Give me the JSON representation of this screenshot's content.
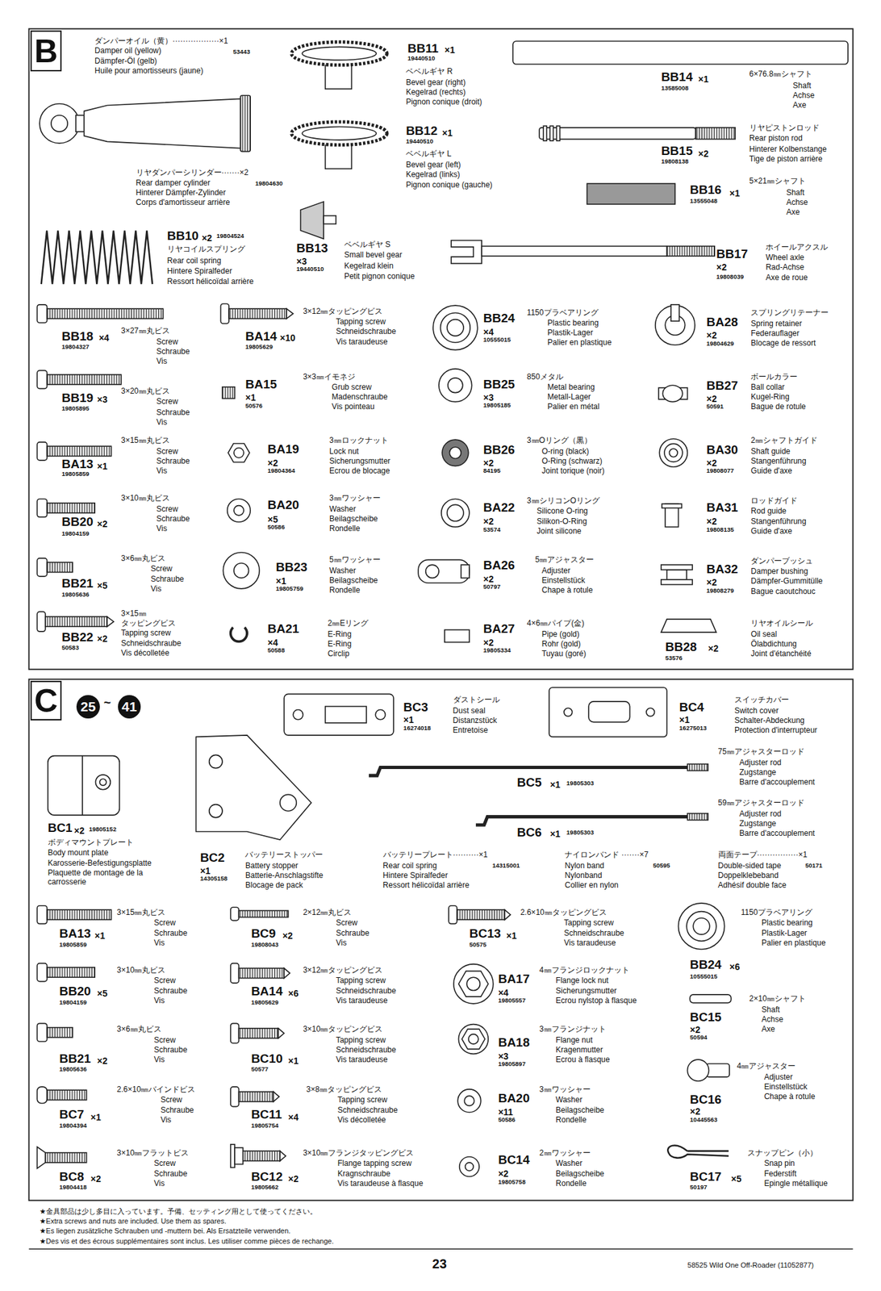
{
  "diagram": {
    "nodes": [
      {
        "text": [
          "B"
        ]
      },
      {
        "text": [
          "C"
        ]
      },
      {
        "text": [
          "25"
        ]
      },
      {
        "text": [
          "41"
        ]
      }
    ],
    "labels": [
      "ダンパーオイル（黄）··················×1",
      "Damper oil (yellow)",
      "53443",
      "Dämpfer-Öl (gelb)",
      "Huile pour amortisseurs (jaune)",
      "リヤダンパーシリンダー·······×2",
      "Rear damper cylinder",
      "19804630",
      "Hinterer Dämpfer-Zylinder",
      "Corps d'amortisseur arrière",
      "BB11",
      "×1",
      "19440510",
      "ベベルギヤ R",
      "Bevel gear (right)",
      "Kegelrad (rechts)",
      "Pignon conique (droit)",
      "BB12",
      "×1",
      "19440510",
      "ベベルギヤ L",
      "Bevel gear (left)",
      "Kegelrad (links)",
      "Pignon conique (gauche)",
      "BB14",
      "×1",
      "13585008",
      "6×76.8㎜シャフト",
      "Shaft",
      "Achse",
      "Axe",
      "リヤピストンロッド",
      "Rear piston rod",
      "Hinterer Kolbenstange",
      "Tige de piston arrière",
      "BB15",
      "×2",
      "19808138",
      "5×21㎜シャフト",
      "BB16",
      "×1",
      "Shaft",
      "13555048",
      "Achse",
      "Axe",
      "BB10",
      "×2",
      "19804524",
      "リヤコイルスプリング",
      "Rear coil spring",
      "Hintere Spiralfeder",
      "Ressort hélicoïdal arrière",
      "BB13",
      "×3",
      "19440510",
      "ベベルギヤ S",
      "Small bevel gear",
      "Kegelrad klein",
      "Petit pignon conique",
      "BB17",
      "×2",
      "19808039",
      "ホイールアクスル",
      "Wheel axle",
      "Rad-Achse",
      "Axe de roue",
      "BB18",
      "×4",
      "19804327",
      "3×27㎜丸ビス",
      "Screw",
      "Schraube",
      "Vis",
      "3×12㎜タッピングビス",
      "Tapping screw",
      "Schneidschraube",
      "Vis taraudeuse",
      "BA14",
      "×10",
      "19805629",
      "BB24",
      "×4",
      "10555015",
      "1150プラベアリング",
      "Plastic bearing",
      "Plastik-Lager",
      "Palier en plastique",
      "BA28",
      "×2",
      "19804629",
      "スプリングリテーナー",
      "Spring retainer",
      "Federauflager",
      "Blocage de ressort",
      "BB19",
      "×3",
      "19805895",
      "3×20㎜丸ビス",
      "Screw",
      "Schraube",
      "Vis",
      "BA15",
      "×1",
      "50576",
      "3×3㎜イモネジ",
      "Grub screw",
      "Madenschraube",
      "Vis pointeau",
      "BB25",
      "×3",
      "19805185",
      "850メタル",
      "Metal bearing",
      "Metall-Lager",
      "Palier en métal",
      "BB27",
      "×2",
      "50591",
      "ボールカラー",
      "Ball collar",
      "Kugel-Ring",
      "Bague de rotule",
      "3×15㎜丸ビス",
      "Screw",
      "Schraube",
      "Vis",
      "BA13",
      "×1",
      "19805859",
      "BA19",
      "×2",
      "19804364",
      "3㎜ロックナット",
      "Lock nut",
      "Sicherungsmutter",
      "Ecrou de blocage",
      "BB26",
      "×2",
      "84195",
      "3㎜Oリング（黒）",
      "O-ring (black)",
      "O-Ring (schwarz)",
      "Joint torique (noir)",
      "BA30",
      "×2",
      "19808077",
      "2㎜シャフトガイド",
      "Shaft guide",
      "Stangenführung",
      "Guide d'axe",
      "3×10㎜丸ビス",
      "Screw",
      "Schraube",
      "Vis",
      "BB20",
      "×2",
      "19804159",
      "BA20",
      "×5",
      "50586",
      "3㎜ワッシャー",
      "Washer",
      "Beilagscheibe",
      "Rondelle",
      "BA22",
      "×2",
      "53574",
      "3㎜シリコンOリング",
      "Silicone O-ring",
      "Silikon-O-Ring",
      "Joint silicone",
      "BA31",
      "×2",
      "19808135",
      "ロッドガイド",
      "Rod guide",
      "Stangenführung",
      "Guide d'axe",
      "3×6㎜丸ビス",
      "Screw",
      "Schraube",
      "Vis",
      "BB21",
      "×5",
      "19805636",
      "BB23",
      "×1",
      "19805759",
      "5㎜ワッシャー",
      "Washer",
      "Beilagscheibe",
      "Rondelle",
      "BA26",
      "×2",
      "50797",
      "5㎜アジャスター",
      "Adjuster",
      "Einstellstück",
      "Chape à rotule",
      "BA32",
      "×2",
      "19808279",
      "ダンパーブッシュ",
      "Damper bushing",
      "Dämpfer-Gummitülle",
      "Bague caoutchouc",
      "3×15㎜",
      "タッピングビス",
      "Tapping screw",
      "Schneidschraube",
      "Vis décolletée",
      "BB22",
      "×2",
      "50583",
      "BA21",
      "×4",
      "50588",
      "2㎜Eリング",
      "E-Ring",
      "E-Ring",
      "Circlip",
      "BA27",
      "×2",
      "19805334",
      "4×6㎜パイプ(金)",
      "Pipe (gold)",
      "Rohr (gold)",
      "Tuyau (goré)",
      "BB28",
      "×2",
      "53576",
      "リヤオイルシール",
      "Oil seal",
      "Ölabdichtung",
      "Joint d'étanchéité",
      "~",
      "BC3",
      "×1",
      "16274018",
      "ダストシール",
      "Dust seal",
      "Distanzstück",
      "Entretoise",
      "BC4",
      "×1",
      "16275013",
      "スイッチカバー",
      "Switch cover",
      "Schalter-Abdeckung",
      "Protection d'interrupteur",
      "75㎜アジャスターロッド",
      "Adjuster rod",
      "BC5",
      "×1",
      "19805303",
      "Zugstange",
      "Barre d'accouplement",
      "59㎜アジャスターロッド",
      "Adjuster rod",
      "BC6",
      "×1",
      "19805303",
      "Zugstange",
      "Barre d'accouplement",
      "BC1",
      "×2",
      "19805152",
      "ボディマウントプレート",
      "Body mount plate",
      "Karosserie-Befestigungsplatte",
      "Plaquette de montage de la carrosserie",
      "BC2",
      "×1",
      "14305158",
      "バッテリーストッパー",
      "Battery stopper",
      "Batterie-Anschlagstifte",
      "Blocage de pack",
      "バッテリープレート··········×1",
      "Rear coil spring",
      "14315001",
      "Hintere Spiralfeder",
      "Ressort hélicoïdal arrière",
      "ナイロンバンド ·······×7",
      "Nylon band",
      "50595",
      "Nylonband",
      "Collier en nylon",
      "両面テープ················×1",
      "Double-sided tape",
      "50171",
      "Doppelklebeband",
      "Adhésif double face",
      "3×15㎜丸ビス",
      "Screw",
      "Schraube",
      "Vis",
      "BA13",
      "×1",
      "19805859",
      "2×12㎜丸ビス",
      "Screw",
      "Schraube",
      "Vis",
      "BC9",
      "×2",
      "19808043",
      "2.6×10㎜タッピングビス",
      "Tapping screw",
      "Schneidschraube",
      "Vis taraudeuse",
      "BC13",
      "×1",
      "50575",
      "1150プラベアリング",
      "Plastic bearing",
      "Plastik-Lager",
      "Palier en plastique",
      "BB24",
      "×6",
      "10555015",
      "3×10㎜丸ビス",
      "Screw",
      "Schraube",
      "Vis",
      "BB20",
      "×5",
      "19804159",
      "3×12㎜タッピングビス",
      "Tapping screw",
      "Schneidschraube",
      "Vis taraudeuse",
      "BA14",
      "×6",
      "19805629",
      "4㎜フランジロックナット",
      "BA17",
      "Flange lock nut",
      "×4",
      "Sicherungsmutter",
      "19805557",
      "Ecrou nylstop à flasque",
      "2×10㎜シャフト",
      "Shaft",
      "BC15",
      "Achse",
      "×2",
      "Axe",
      "50594",
      "3×6㎜丸ビス",
      "Screw",
      "Schraube",
      "Vis",
      "BB21",
      "×2",
      "19805636",
      "3×10㎜タッピングビス",
      "Tapping screw",
      "Schneidschraube",
      "Vis taraudeuse",
      "BC10",
      "×1",
      "50577",
      "3㎜フランジナット",
      "Flange nut",
      "BA18",
      "Kragenmutter",
      "×3",
      "Ecrou à flasque",
      "19805897",
      "4㎜アジャスター",
      "Adjuster",
      "Einstellstück",
      "BC16",
      "Chape à rotule",
      "×2",
      "10445563",
      "2.6×10㎜バインドビス",
      "Screw",
      "Schraube",
      "Vis",
      "BC7",
      "×1",
      "19804394",
      "3×8㎜タッピングビス",
      "Tapping screw",
      "Schneidschraube",
      "Vis décolletée",
      "BC11",
      "×4",
      "19805754",
      "3㎜ワッシャー",
      "BA20",
      "Washer",
      "Beilagscheibe",
      "×11",
      "Rondelle",
      "50586",
      "3×10㎜フラットビス",
      "Screw",
      "Schraube",
      "Vis",
      "BC8",
      "×2",
      "19804418",
      "3×10㎜フランジタッピングビス",
      "Flange tapping screw",
      "Kragnschraube",
      "Vis taraudeuse à flasque",
      "BC12",
      "×2",
      "19805662",
      "2㎜ワッシャー",
      "BC14",
      "Washer",
      "×2",
      "Beilagscheibe",
      "Rondelle",
      "19805758",
      "スナップピン（小）",
      "Snap pin",
      "Federstift",
      "BC17",
      "×5",
      "Epingle métallique",
      "50197",
      "★金具部品は少し多目に入っています。予備、セッティング用として使ってください。",
      "★Extra screws and nuts are included. Use them as spares.",
      "★Es liegen zusätzliche Schrauben und -muttern bei. Als Ersatzteile verwenden.",
      "★Des vis et des écrous supplémentaires sont inclus. Les utiliser comme pièces de rechange.",
      "23",
      "58525 Wild One Off-Roader (11052877)"
    ]
  }
}
